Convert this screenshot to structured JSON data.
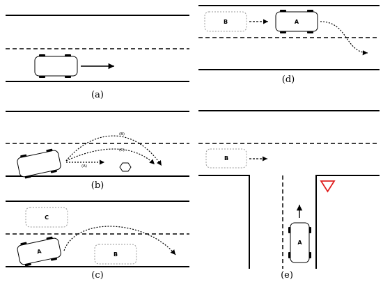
{
  "figure": {
    "panels": [
      {
        "id": "a",
        "caption": "(a)"
      },
      {
        "id": "b",
        "caption": "(b)",
        "path_labels": [
          "(B)",
          "(C)",
          "(A)"
        ]
      },
      {
        "id": "c",
        "caption": "(c)",
        "cars": [
          "A",
          "B",
          "C"
        ]
      },
      {
        "id": "d",
        "caption": "(d)",
        "cars": [
          "B",
          "A"
        ]
      },
      {
        "id": "e",
        "caption": "(e)",
        "cars": [
          "B",
          "A"
        ],
        "sign": "yield"
      }
    ]
  },
  "colors": {
    "line": "#000000",
    "ghost_car": "#9a9a9a",
    "yield_sign": "#e02020"
  }
}
